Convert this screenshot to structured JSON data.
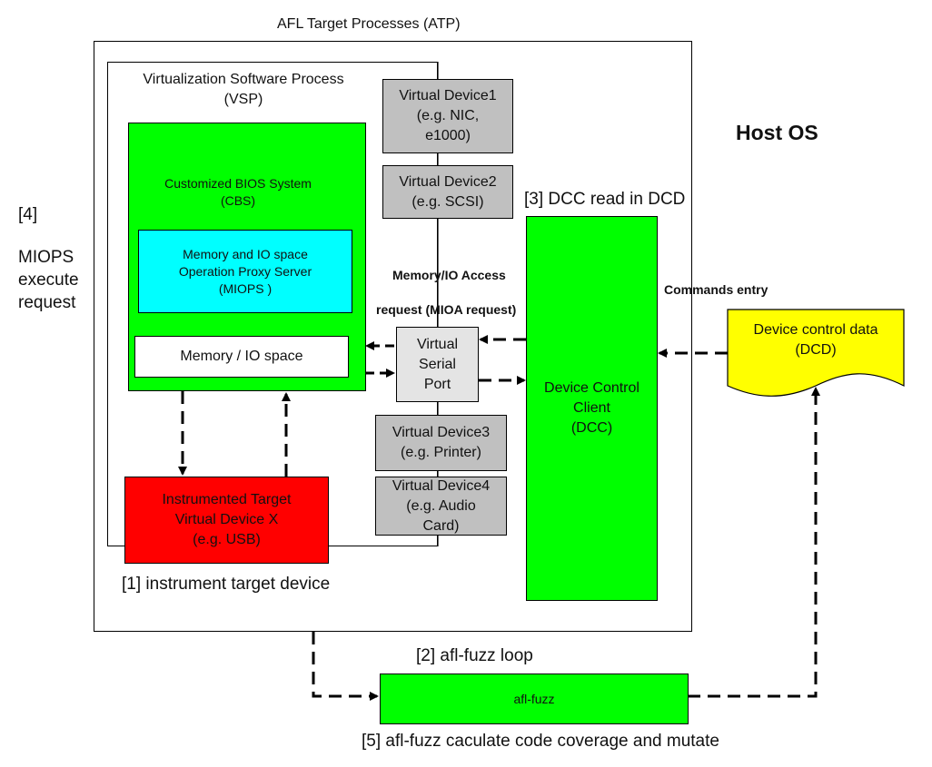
{
  "diagram": {
    "title": "AFL Target Processes (ATP)",
    "host_os_label": "Host OS",
    "vsp": {
      "line1": "Virtualization Software Process",
      "line2": "(VSP)"
    },
    "cbs": {
      "line1": "Customized BIOS System",
      "line2": "(CBS)"
    },
    "miops": {
      "line1": "Memory and IO space",
      "line2": "Operation Proxy Server",
      "line3": "(MIOPS )"
    },
    "memory_io": {
      "label": "Memory / IO space"
    },
    "virtual_devices": [
      {
        "line1": "Virtual Device1",
        "line2": "(e.g. NIC,",
        "line3": "e1000)"
      },
      {
        "line1": "Virtual Device2",
        "line2": "(e.g. SCSI)"
      },
      {
        "line1": "Virtual Device3",
        "line2": "(e.g. Printer)"
      },
      {
        "line1": "Virtual Device4",
        "line2": "(e.g. Audio",
        "line3": "Card)"
      }
    ],
    "serial_port": {
      "line1": "Virtual",
      "line2": "Serial",
      "line3": "Port"
    },
    "target_device": {
      "line1": "Instrumented Target",
      "line2": "Virtual Device X",
      "line3": "(e.g. USB)"
    },
    "dcc": {
      "line1": "Device Control",
      "line2": "Client",
      "line3": "(DCC)"
    },
    "dcd": {
      "line1": "Device control data",
      "line2": "(DCD)"
    },
    "afl_fuzz": {
      "label": "afl-fuzz"
    },
    "annotations": {
      "step1": "[1] instrument target device",
      "step2": "[2] afl-fuzz loop",
      "step3": "[3] DCC read in DCD",
      "step4_num": "[4]",
      "step4_line1": "MIOPS",
      "step4_line2": "execute",
      "step4_line3": "request",
      "step5": "[5] afl-fuzz caculate code coverage and mutate",
      "mioa_line1": "Memory/IO Access",
      "mioa_line2": "request (MIOA request)",
      "commands_entry": "Commands entry"
    },
    "colors": {
      "cbs": "#00ff00",
      "miops": "#00ffff",
      "target_device": "#ff0000",
      "virtual_device": "#c0c0c0",
      "serial_port": "#e4e4e4",
      "dcd": "#ffff00",
      "dcc": "#00ff00",
      "afl_fuzz": "#00ff00"
    }
  }
}
